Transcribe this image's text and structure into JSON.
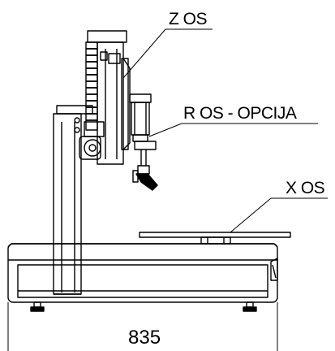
{
  "labels": {
    "z_axis": "Z OS",
    "r_axis": "R OS - OPCIJA",
    "x_axis": "X OS"
  },
  "dimension": {
    "width": "835"
  },
  "colors": {
    "line": "#000000",
    "background": "#ffffff"
  }
}
